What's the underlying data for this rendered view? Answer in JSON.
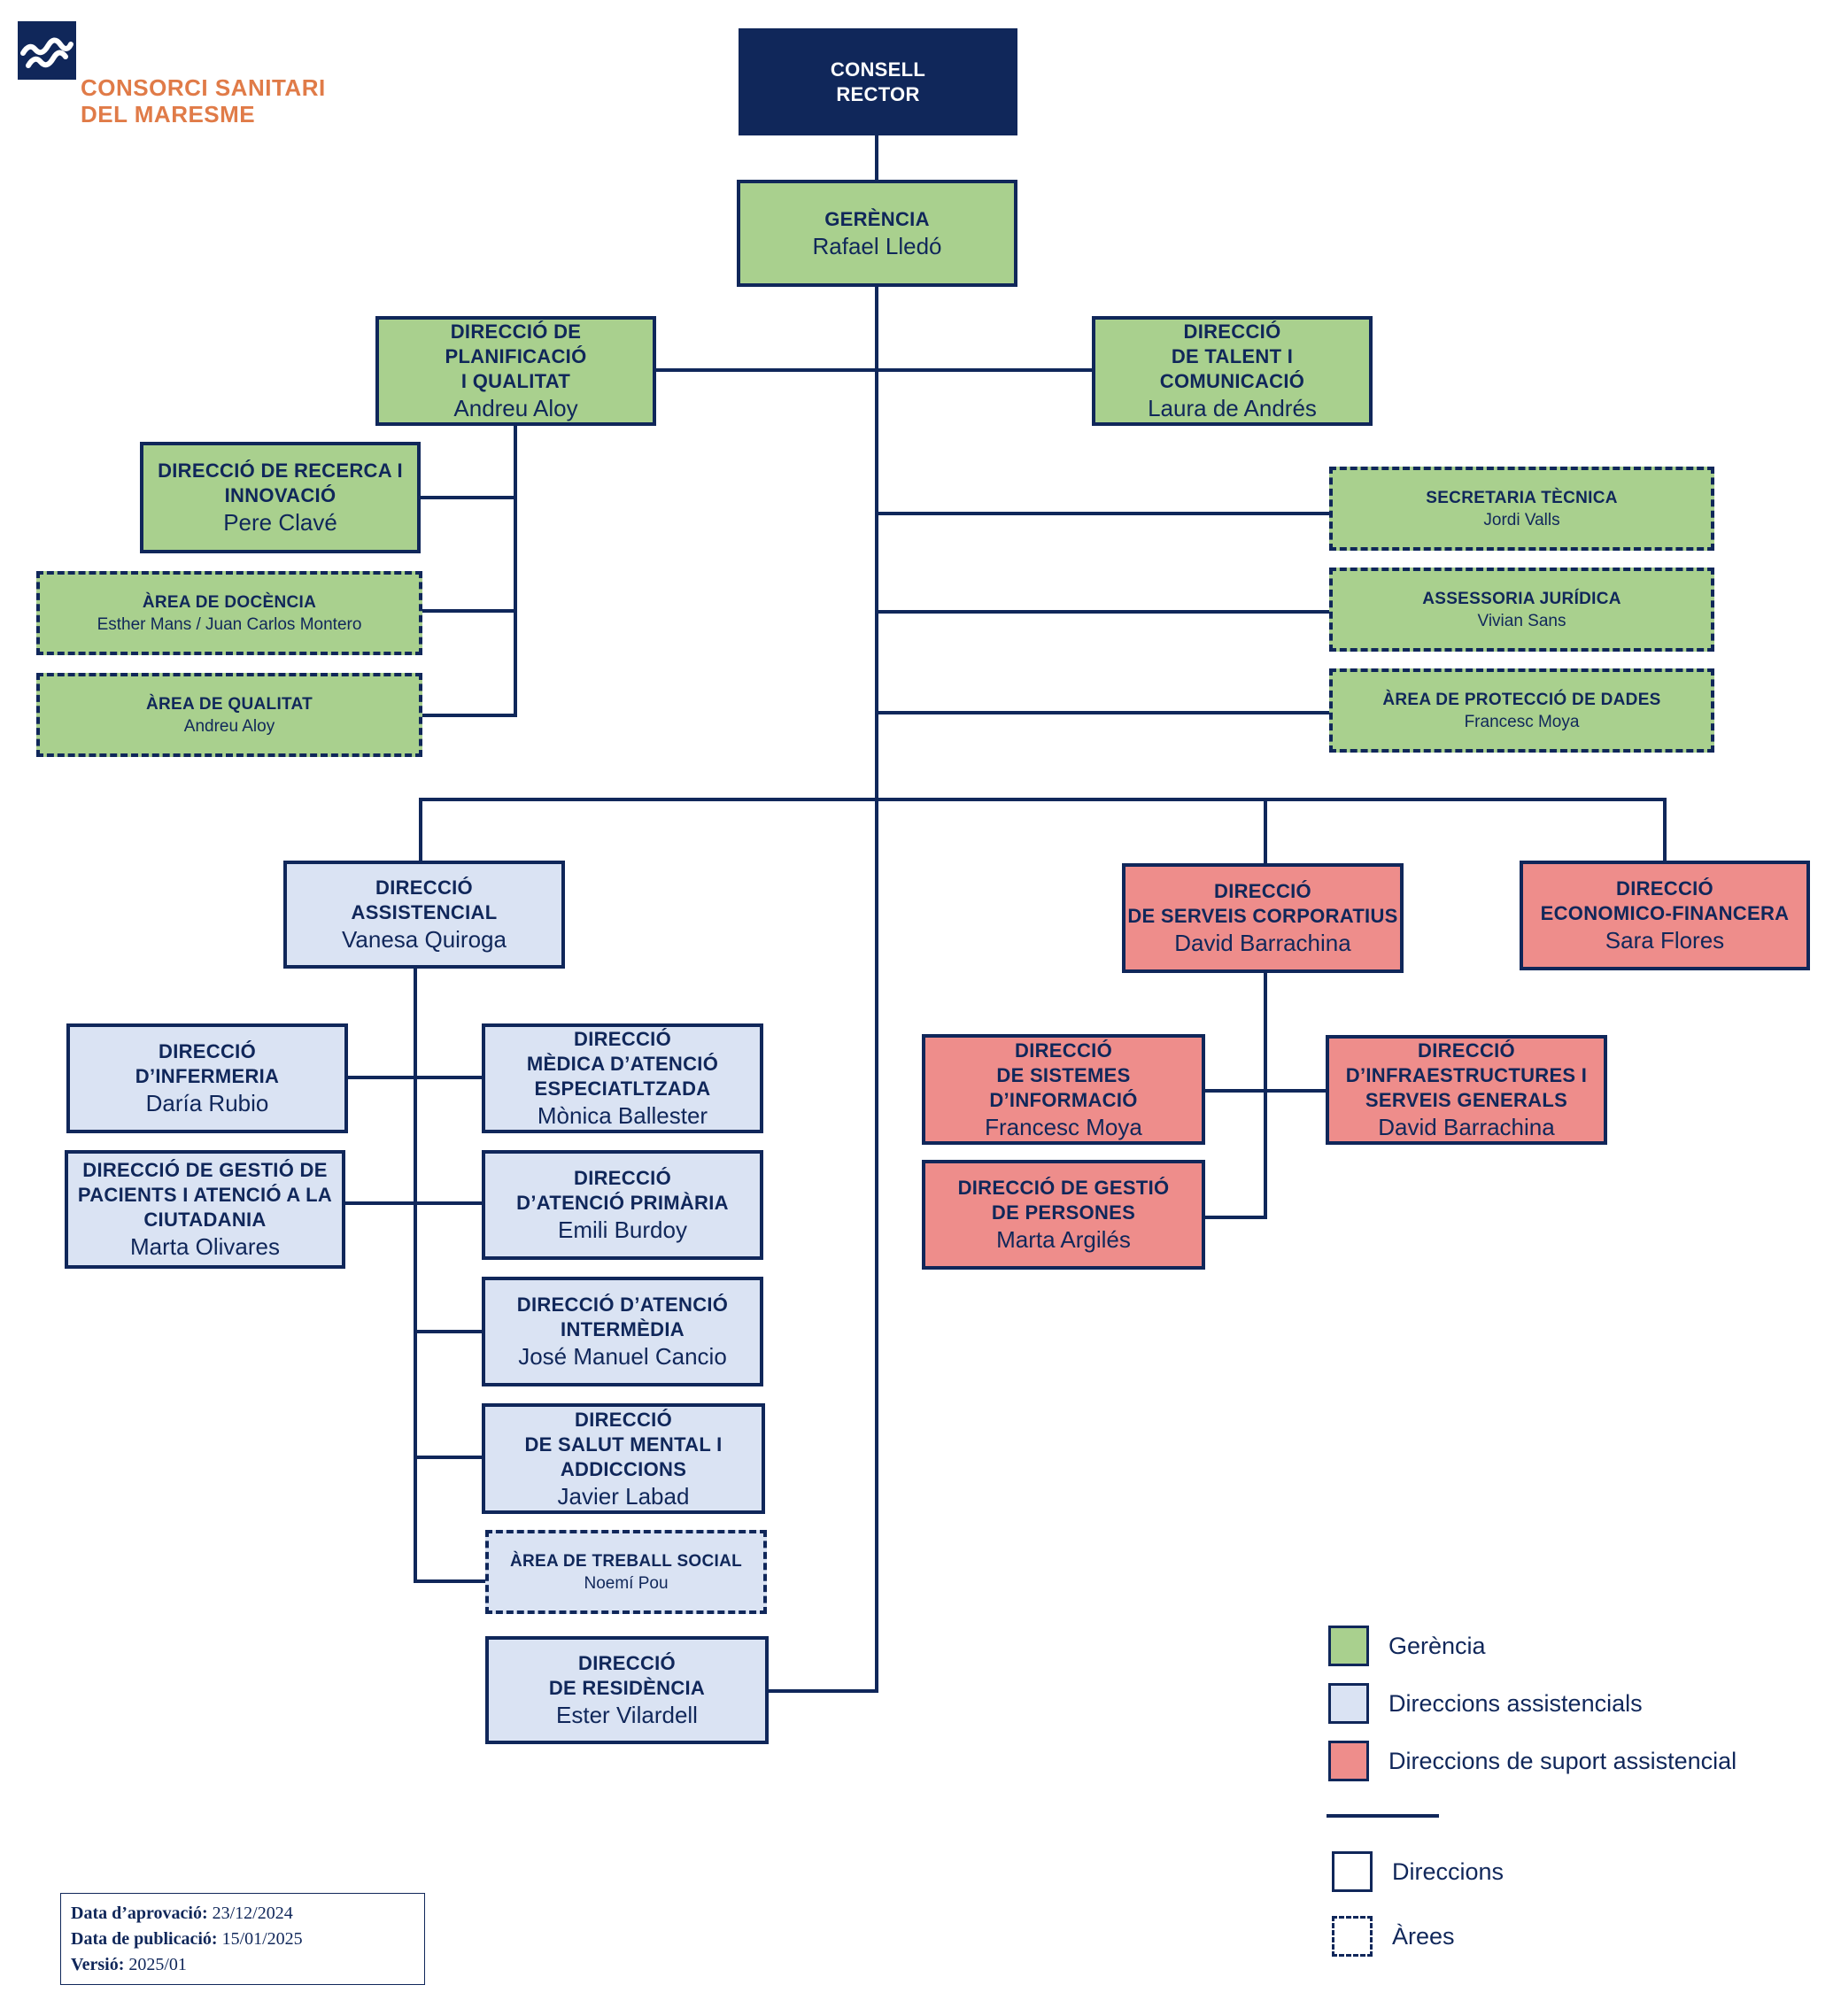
{
  "logo": {
    "icon": "csm-wave-logo-icon",
    "line1": "CONSORCI SANITARI",
    "line2": "DEL MARESME"
  },
  "colors": {
    "navy": "#10275a",
    "gerencia": "#a9d08e",
    "assistencials": "#dae3f3",
    "suport": "#ee8d8b",
    "logo": "#e07b48"
  },
  "chart": {
    "consell": {
      "title": "CONSELL\nRECTOR"
    },
    "gerencia": {
      "title": "GERÈNCIA",
      "name": "Rafael Lledó"
    },
    "planificacio": {
      "title": "DIRECCIÓ DE\nPLANIFICACIÓ\nI QUALITAT",
      "name": "Andreu Aloy"
    },
    "talent": {
      "title": "DIRECCIÓ\nDE TALENT I\nCOMUNICACIÓ",
      "name": "Laura de Andrés"
    },
    "recerca": {
      "title": "DIRECCIÓ DE RECERCA I\nINNOVACIÓ",
      "name": "Pere Clavé"
    },
    "docencia": {
      "title": "ÀREA DE DOCÈNCIA",
      "name": "Esther Mans / Juan Carlos Montero"
    },
    "qualitat": {
      "title": "ÀREA DE QUALITAT",
      "name": "Andreu Aloy"
    },
    "secretaria": {
      "title": "SECRETARIA TÈCNICA",
      "name": "Jordi Valls"
    },
    "juridica": {
      "title": "ASSESSORIA JURÍDICA",
      "name": "Vivian Sans"
    },
    "dades": {
      "title": "ÀREA DE PROTECCIÓ DE DADES",
      "name": "Francesc Moya"
    },
    "assistencial": {
      "title": "DIRECCIÓ\nASSISTENCIAL",
      "name": "Vanesa Quiroga"
    },
    "corporatius": {
      "title": "DIRECCIÓ\nDE SERVEIS CORPORATIUS",
      "name": "David Barrachina"
    },
    "economica": {
      "title": "DIRECCIÓ\nECONOMICO-FINANCERA",
      "name": "Sara Flores"
    },
    "infermeria": {
      "title": "DIRECCIÓ\nD’INFERMERIA",
      "name": "Daría Rubio"
    },
    "medica": {
      "title": "DIRECCIÓ\nMÈDICA D’ATENCIÓ\nESPECIATLTZADA",
      "name": "Mònica Ballester"
    },
    "pacients": {
      "title": "DIRECCIÓ DE GESTIÓ DE\nPACIENTS I ATENCIÓ A LA\nCIUTADANIA",
      "name": "Marta Olivares"
    },
    "primaria": {
      "title": "DIRECCIÓ\nD’ATENCIÓ PRIMÀRIA",
      "name": "Emili Burdoy"
    },
    "intermedia": {
      "title": "DIRECCIÓ D’ATENCIÓ\nINTERMÈDIA",
      "name": "José Manuel Cancio"
    },
    "salutmental": {
      "title": "DIRECCIÓ\nDE SALUT MENTAL I\nADDICCIONS",
      "name": "Javier Labad"
    },
    "treballsocial": {
      "title": "ÀREA DE TREBALL SOCIAL",
      "name": "Noemí Pou"
    },
    "residencia": {
      "title": "DIRECCIÓ\nDE RESIDÈNCIA",
      "name": "Ester Vilardell"
    },
    "sistemes": {
      "title": "DIRECCIÓ\nDE SISTEMES\nD’INFORMACIÓ",
      "name": "Francesc Moya"
    },
    "infraestructures": {
      "title": "DIRECCIÓ\nD’INFRAESTRUCTURES I\nSERVEIS GENERALS",
      "name": "David Barrachina"
    },
    "persones": {
      "title": "DIRECCIÓ DE GESTIÓ\nDE PERSONES",
      "name": "Marta Argilés"
    }
  },
  "legend": {
    "gerencia": "Gerència",
    "assistencials": "Direccions assistencials",
    "suport": "Direccions de suport assistencial",
    "direccions": "Direccions",
    "arees": "Àrees"
  },
  "footer": {
    "aprovacio_label": "Data d’aprovació:",
    "aprovacio_value": "23/12/2024",
    "publicacio_label": "Data de publicació:",
    "publicacio_value": "15/01/2025",
    "versio_label": "Versió:",
    "versio_value": "2025/01"
  }
}
